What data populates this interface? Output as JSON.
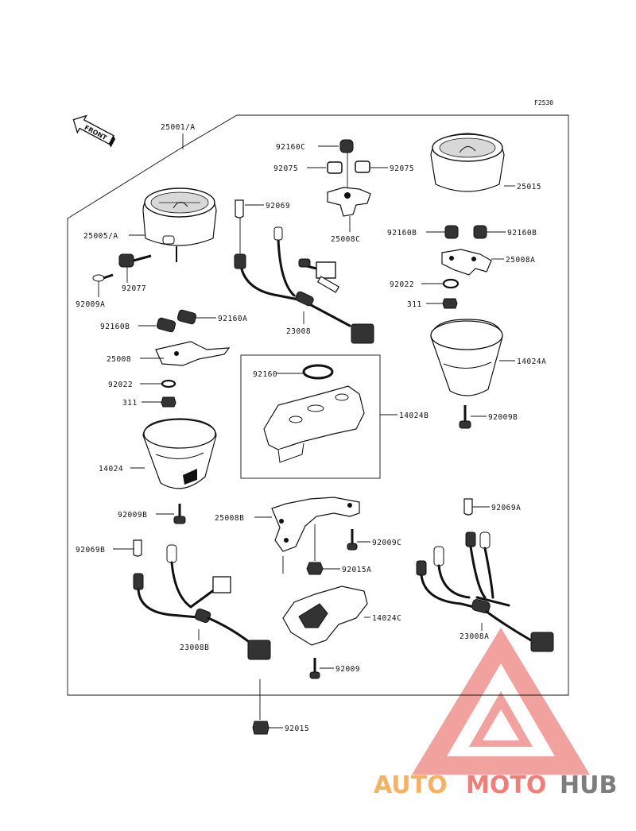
{
  "reference_code": "F2530",
  "front_label": "FRONT",
  "parts": [
    {
      "id": "p0",
      "label": "25001/A"
    },
    {
      "id": "p1",
      "label": "92160C"
    },
    {
      "id": "p2",
      "label": "92075"
    },
    {
      "id": "p3",
      "label": "92075"
    },
    {
      "id": "p4",
      "label": "25008C"
    },
    {
      "id": "p5",
      "label": "92069"
    },
    {
      "id": "p6",
      "label": "25015"
    },
    {
      "id": "p7",
      "label": "25005/A"
    },
    {
      "id": "p8",
      "label": "92077"
    },
    {
      "id": "p9",
      "label": "92009A"
    },
    {
      "id": "p10",
      "label": "92160B"
    },
    {
      "id": "p11",
      "label": "92160B"
    },
    {
      "id": "p12",
      "label": "25008A"
    },
    {
      "id": "p13",
      "label": "92022"
    },
    {
      "id": "p14",
      "label": "311"
    },
    {
      "id": "p15",
      "label": "23008"
    },
    {
      "id": "p16",
      "label": "92160B"
    },
    {
      "id": "p17",
      "label": "92160A"
    },
    {
      "id": "p18",
      "label": "25008"
    },
    {
      "id": "p19",
      "label": "92022"
    },
    {
      "id": "p20",
      "label": "311"
    },
    {
      "id": "p21",
      "label": "92160"
    },
    {
      "id": "p22",
      "label": "14024A"
    },
    {
      "id": "p23",
      "label": "14024B"
    },
    {
      "id": "p24",
      "label": "92009B"
    },
    {
      "id": "p25",
      "label": "14024"
    },
    {
      "id": "p26",
      "label": "92009B"
    },
    {
      "id": "p27",
      "label": "25008B"
    },
    {
      "id": "p28",
      "label": "92069A"
    },
    {
      "id": "p29",
      "label": "92009C"
    },
    {
      "id": "p30",
      "label": "92069B"
    },
    {
      "id": "p31",
      "label": "92015A"
    },
    {
      "id": "p32",
      "label": "14024C"
    },
    {
      "id": "p33",
      "label": "23008B"
    },
    {
      "id": "p34",
      "label": "92009"
    },
    {
      "id": "p35",
      "label": "23008A"
    },
    {
      "id": "p36",
      "label": "92015"
    }
  ],
  "watermark": {
    "part1": "AUTO",
    "part2": "MOTO",
    "part3": "HUB",
    "color1": "#f4b263",
    "color2": "#ef7f7a",
    "color3": "#7d7d7d",
    "triangle_color": "#ef7f7a"
  }
}
